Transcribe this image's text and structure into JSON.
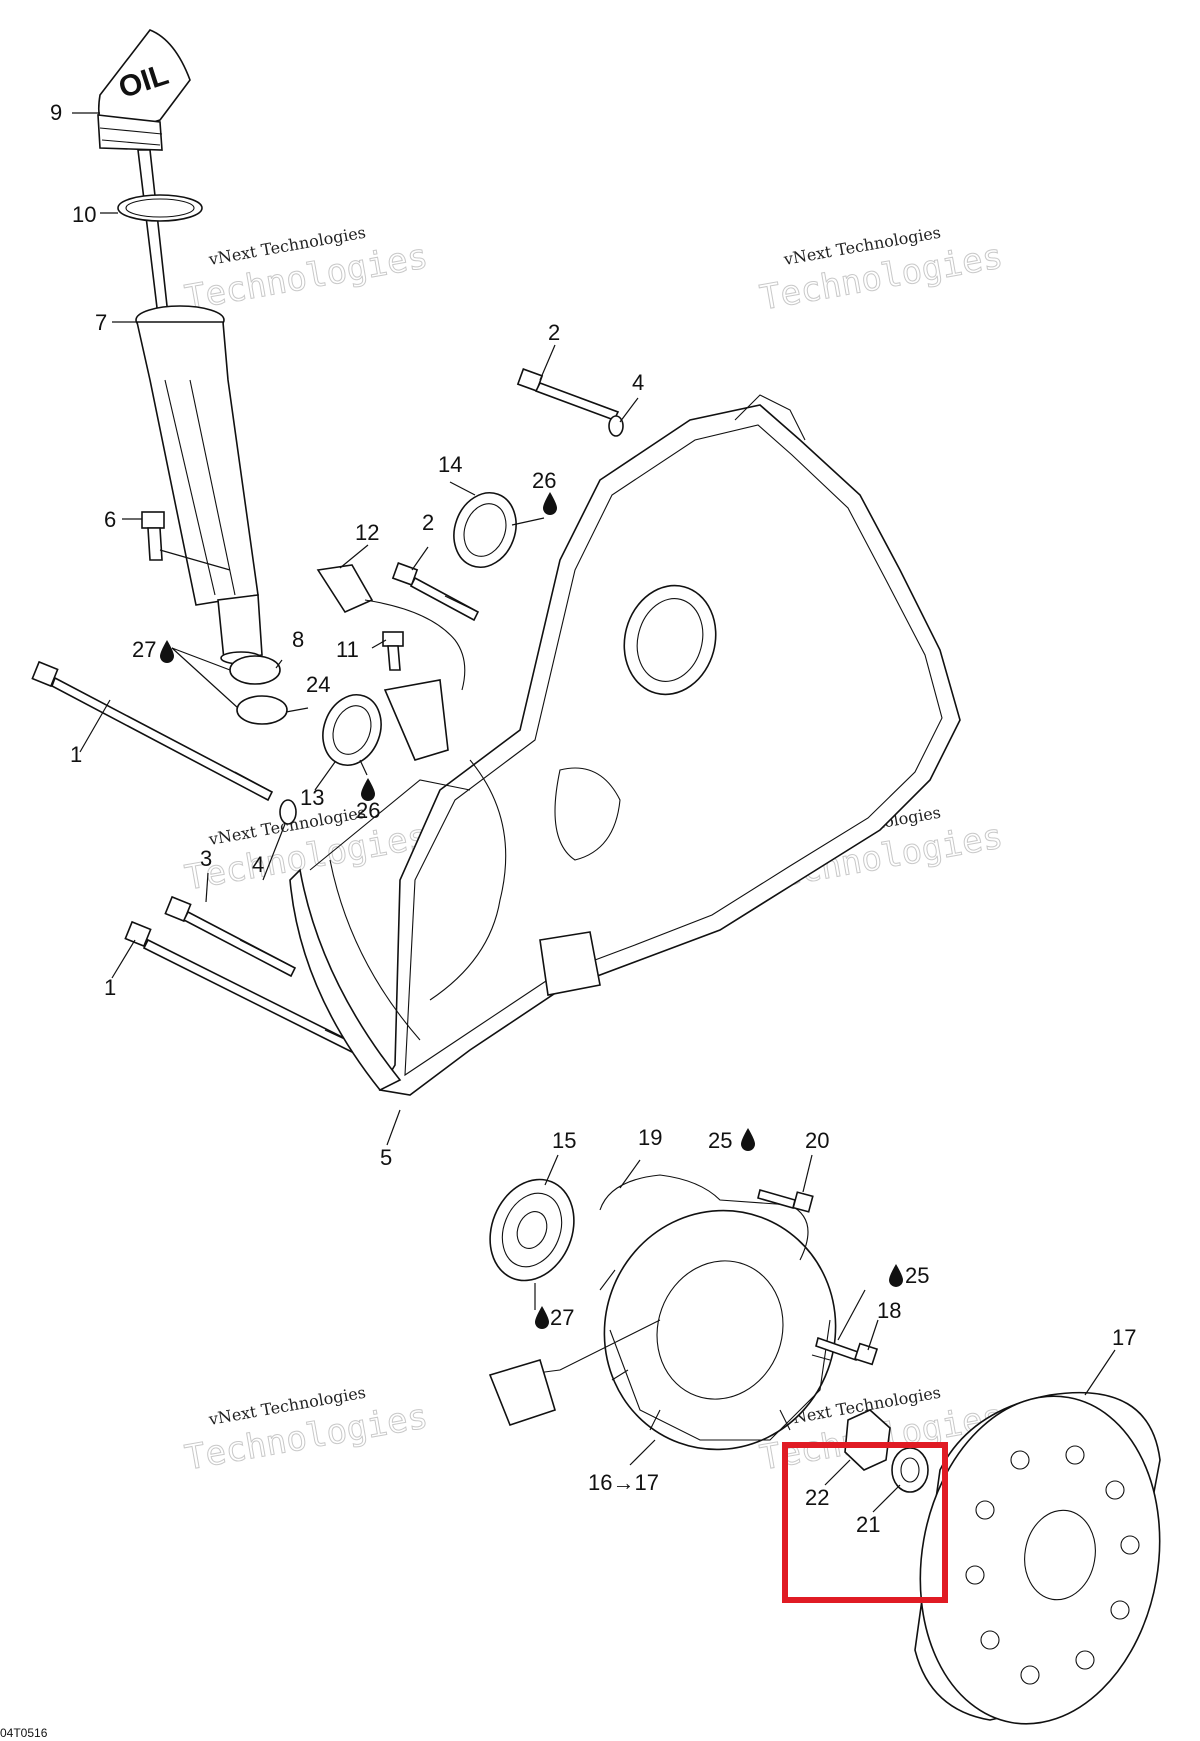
{
  "watermarks": [
    {
      "line1": "vNext Technologies",
      "line2": "Technologies"
    },
    {
      "line1": "vNext Technologies",
      "line2": "Technologies"
    },
    {
      "line1": "vNext Technologies",
      "line2": "Technologies"
    },
    {
      "line1": "vNext Technologies",
      "line2": "Technologies"
    },
    {
      "line1": "vNext Technologies",
      "line2": "Technologies"
    },
    {
      "line1": "vNext Technologies",
      "line2": "Technologies"
    }
  ],
  "oil_cap_text": "OIL",
  "callouts": [
    {
      "id": "c9",
      "text": "9"
    },
    {
      "id": "c10",
      "text": "10"
    },
    {
      "id": "c7",
      "text": "7"
    },
    {
      "id": "c6",
      "text": "6"
    },
    {
      "id": "c27a",
      "text": "27"
    },
    {
      "id": "c8",
      "text": "8"
    },
    {
      "id": "c24",
      "text": "24"
    },
    {
      "id": "c1a",
      "text": "1"
    },
    {
      "id": "c13",
      "text": "13"
    },
    {
      "id": "c26b",
      "text": "26"
    },
    {
      "id": "c3",
      "text": "3"
    },
    {
      "id": "c4b",
      "text": "4"
    },
    {
      "id": "c1b",
      "text": "1"
    },
    {
      "id": "c2a",
      "text": "2"
    },
    {
      "id": "c4a",
      "text": "4"
    },
    {
      "id": "c14",
      "text": "14"
    },
    {
      "id": "c26a",
      "text": "26"
    },
    {
      "id": "c12",
      "text": "12"
    },
    {
      "id": "c2b",
      "text": "2"
    },
    {
      "id": "c11",
      "text": "11"
    },
    {
      "id": "c5",
      "text": "5"
    },
    {
      "id": "c15",
      "text": "15"
    },
    {
      "id": "c19",
      "text": "19"
    },
    {
      "id": "c25a",
      "text": "25"
    },
    {
      "id": "c20",
      "text": "20"
    },
    {
      "id": "c25b",
      "text": "25"
    },
    {
      "id": "c18",
      "text": "18"
    },
    {
      "id": "c27b",
      "text": "27"
    },
    {
      "id": "c17",
      "text": "17"
    },
    {
      "id": "c16",
      "text": "16→17"
    },
    {
      "id": "c22",
      "text": "22"
    },
    {
      "id": "c21",
      "text": "21"
    }
  ],
  "highlight": {
    "color": "#e01b24"
  },
  "drawing_id": "04T0516"
}
